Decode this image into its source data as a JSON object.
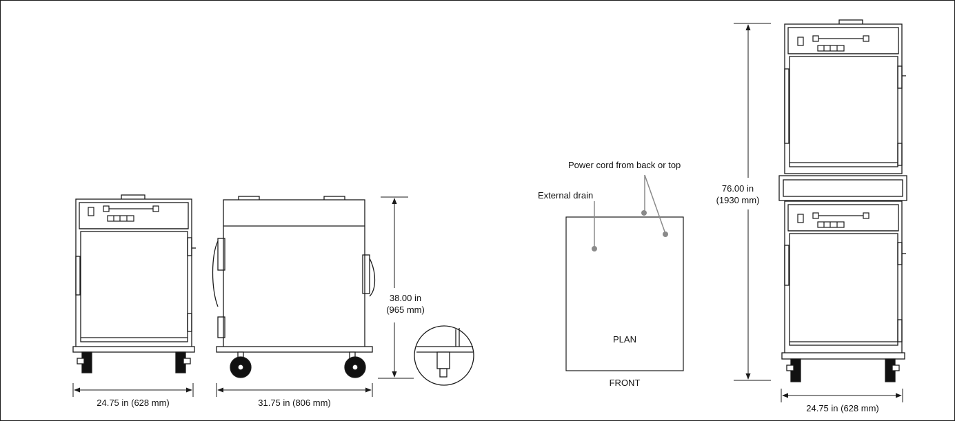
{
  "labels": {
    "front_width": "24.75 in (628 mm)",
    "side_depth": "31.75 in (806 mm)",
    "height_single_in": "38.00 in",
    "height_single_mm": "(965 mm)",
    "power_cord": "Power cord from back or top",
    "external_drain": "External drain",
    "plan": "PLAN",
    "front": "FRONT",
    "height_stacked_in": "76.00 in",
    "height_stacked_mm": "(1930 mm)",
    "stacked_width": "24.75 in (628 mm)"
  },
  "colors": {
    "line": "#1a1a1a",
    "leader": "#8a8a8a",
    "wheel": "#111111"
  }
}
